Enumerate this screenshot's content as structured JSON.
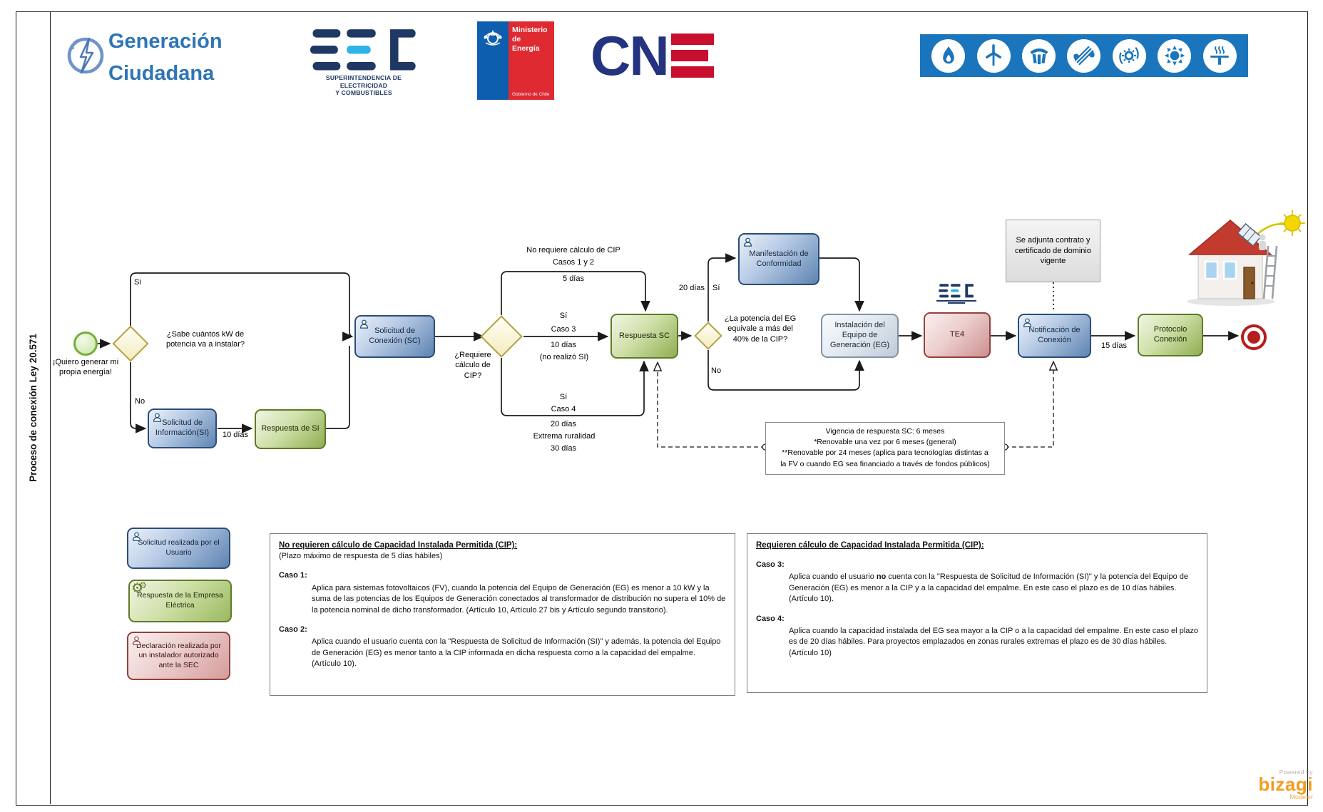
{
  "pool": {
    "lane_label": "Proceso de conexión Ley 20.571"
  },
  "header": {
    "brand_line1": "Generación",
    "brand_line2": "Ciudadana",
    "sec_caption1": "SUPERINTENDENCIA DE ELECTRICIDAD",
    "sec_caption2": "Y COMBUSTIBLES",
    "ministerio_line1": "Ministerio de",
    "ministerio_line2": "Energía",
    "ministerio_footer": "Gobierno de Chile",
    "cne_cn": "CN",
    "cne_e": "E",
    "energy_icons": [
      "gas-flame",
      "wind-turbine",
      "hydro-columns",
      "pipeline-stripes",
      "solar-swirl",
      "sun",
      "geothermal-steam"
    ]
  },
  "flow": {
    "start_label": "¡Quiero generar mi propia energía!",
    "q_kw": "¿Sabe cuántos kW de potencia va a instalar?",
    "yes1": "Si",
    "no1": "No",
    "task_si": "Solicitud  de Información(SI)",
    "dur_si": "10 días",
    "task_resp_si": "Respuesta de SI",
    "task_sc": "Solicitud de Conexión  (SC)",
    "q_cip": "¿Requiere cálculo de CIP?",
    "branch_top_1": "No requiere cálculo de CIP",
    "branch_top_2": "Casos 1 y 2",
    "branch_top_3": "5 días",
    "branch_mid_1": "Sí",
    "branch_mid_2": "Caso 3",
    "branch_mid_3": "10 días",
    "branch_mid_4": "(no realizó SI)",
    "branch_bot_1": "Sí",
    "branch_bot_2": "Caso 4",
    "branch_bot_3": "20 días",
    "branch_bot_4": "Extrema ruralidad",
    "branch_bot_5": "30 días",
    "task_resp_sc": "Respuesta SC",
    "q_40": "¿La potencia del EG equivale a más del 40% de la CIP?",
    "dur_40": "20 días",
    "yes3": "Sí",
    "no3": "No",
    "task_manifestacion": "Manifestación de Conformidad",
    "task_instalacion": "Instalación del Equipo de Generación (EG)",
    "task_te4": "TE4",
    "task_notificacion": "Notificación de Conexión",
    "dur_notif": "15  días",
    "task_protocolo": "Protocolo Conexión",
    "note_adjunta": "Se adjunta contrato y certificado de dominio vigente",
    "vig_1": "Vigencia de respuesta SC: 6 meses",
    "vig_2": "*Renovable una vez por 6 meses (general)",
    "vig_3": "**Renovable por 24 meses (aplica para tecnologías distintas a",
    "vig_4": "la FV o cuando EG sea financiado a través de fondos públicos)"
  },
  "legend": {
    "user": "Solicitud realizada por el Usuario",
    "company": "Respuesta de la Empresa Eléctrica",
    "installer": "Declaración realizada por un instalador autorizado ante la SEC"
  },
  "panel_left": {
    "title": "No requieren cálculo de Capacidad Instalada Permitida (CIP):",
    "subtitle": "(Plazo máximo de respuesta de 5 días hábiles)",
    "caso1_label": "Caso 1:",
    "caso1_text": "Aplica para sistemas fotovoltaicos (FV), cuando la potencia del Equipo de Generación (EG) es menor a 10 kW y la suma de las potencias de los Equipos de Generación conectados al transformador de distribución no supera el 10% de la potencia nominal de dicho transformador. (Artículo 10, Artículo 27 bis y Artículo segundo transitorio).",
    "caso2_label": "Caso 2:",
    "caso2_text": "Aplica cuando el usuario cuenta con la \"Respuesta de Solicitud de Información (SI)\" y además, la potencia del Equipo de Generación (EG) es menor tanto a la CIP informada en dicha respuesta como a la capacidad del empalme. (Artículo 10)."
  },
  "panel_right": {
    "title": "Requieren cálculo de Capacidad Instalada Permitida (CIP):",
    "caso3_label": "Caso 3:",
    "caso3_pre": "Aplica cuando el usuario ",
    "caso3_bold": "no",
    "caso3_post": " cuenta con la \"Respuesta de Solicitud de Información (SI)\" y la potencia del Equipo de Generación (EG) es menor a la CIP y a la capacidad del empalme. En este caso el plazo es de 10 días hábiles. (Artículo 10).",
    "caso4_label": "Caso 4:",
    "caso4_text": "Aplica cuando la capacidad instalada del EG sea mayor a la CIP o a la capacidad del empalme. En este caso el plazo es de 20 días hábiles. Para proyectos emplazados en zonas rurales extremas el plazo es de 30 días hábiles. (Artículo 10)"
  },
  "watermark": {
    "powered_by": "Powered by",
    "brand": "bizagi",
    "modeler": "Modeler"
  },
  "colors": {
    "bar_blue": "#1b75bc",
    "sec_navy": "#1f3864",
    "sec_cyan": "#2fb3e8",
    "cne_navy": "#24337f",
    "cne_red": "#c8102e",
    "flag_blue": "#0d5eaf",
    "flag_red": "#df2a32",
    "brand_blue": "#2e75b6",
    "bizagi_orange": "#f59b20",
    "task_blue_border": "#2a4d79",
    "task_green_border": "#5f7a26",
    "task_pink_border": "#94403d",
    "gateway_border": "#b3a143",
    "start_green": "#76ad3c",
    "end_red": "#b71d1d"
  }
}
